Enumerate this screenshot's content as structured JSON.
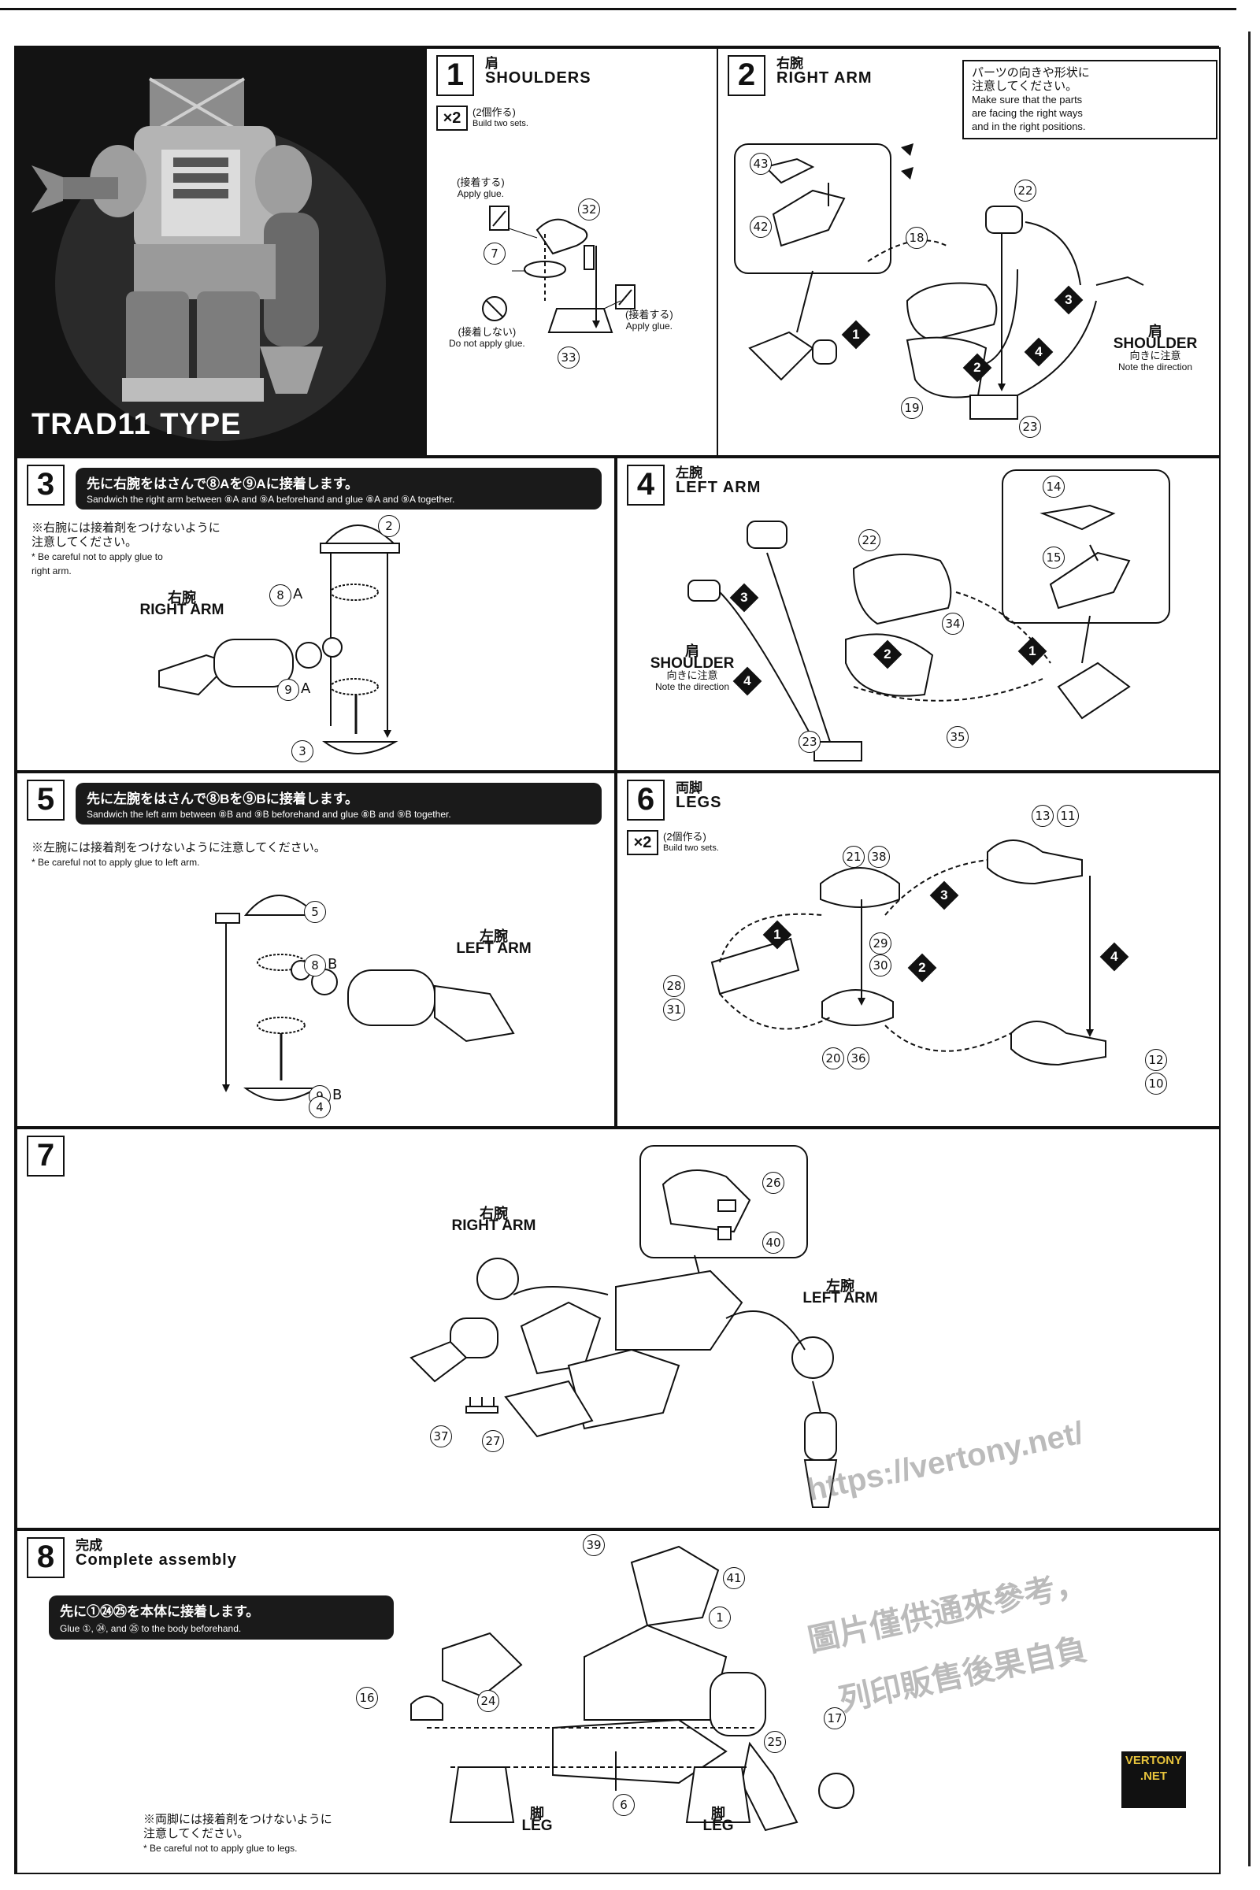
{
  "photo": {
    "title": "TRAD11 TYPE"
  },
  "step1": {
    "number": "1",
    "jp": "肩",
    "en": "SHOULDERS",
    "times_badge": "×2",
    "times_jp": "(2個作る)",
    "times_en": "Build two sets.",
    "glue_jp_1": "(接着する)",
    "glue_en_1": "Apply glue.",
    "noglue_jp": "(接着しない)",
    "noglue_en": "Do not apply glue.",
    "glue_jp_2": "(接着する)",
    "glue_en_2": "Apply glue.",
    "parts": [
      "32",
      "7",
      "33"
    ]
  },
  "step2": {
    "number": "2",
    "jp": "右腕",
    "en": "RIGHT ARM",
    "info_jp_1": "パーツの向きや形状に",
    "info_jp_2": "注意してください。",
    "info_en_1": "Make sure that the parts",
    "info_en_2": "are facing the right ways",
    "info_en_3": "and in the right positions.",
    "shoulder_jp": "肩",
    "shoulder_en": "SHOULDER",
    "direction_jp": "向きに注意",
    "direction_en": "Note the direction",
    "parts": [
      "43",
      "42",
      "18",
      "22",
      "19",
      "23"
    ],
    "arrows": [
      "1",
      "2",
      "3",
      "4"
    ]
  },
  "step3": {
    "number": "3",
    "note_jp": "先に右腕をはさんで⑧Aを⑨Aに接着します。",
    "note_en": "Sandwich the right arm between ⑧A and ⑨A beforehand and glue ⑧A and ⑨A together.",
    "warn_jp_1": "※右腕には接着剤をつけないように",
    "warn_jp_2": "注意してください。",
    "warn_en_1": "* Be careful not to apply glue to",
    "warn_en_2": "right arm.",
    "arm_jp": "右腕",
    "arm_en": "RIGHT ARM",
    "parts": [
      "2",
      "8",
      "9",
      "3"
    ],
    "suffix": [
      "A",
      "A"
    ]
  },
  "step4": {
    "number": "4",
    "jp": "左腕",
    "en": "LEFT ARM",
    "shoulder_jp": "肩",
    "shoulder_en": "SHOULDER",
    "direction_jp": "向きに注意",
    "direction_en": "Note the direction",
    "parts": [
      "14",
      "15",
      "22",
      "34",
      "23",
      "35"
    ],
    "arrows": [
      "1",
      "2",
      "3",
      "4"
    ]
  },
  "step5": {
    "number": "5",
    "note_jp": "先に左腕をはさんで⑧Bを⑨Bに接着します。",
    "note_en": "Sandwich the left arm between ⑧B and ⑨B beforehand and glue ⑧B and ⑨B together.",
    "warn_jp": "※左腕には接着剤をつけないように注意してください。",
    "warn_en": "* Be careful not to apply glue to left arm.",
    "arm_jp": "左腕",
    "arm_en": "LEFT ARM",
    "parts": [
      "5",
      "8",
      "9",
      "4"
    ],
    "suffix": [
      "B",
      "B"
    ]
  },
  "step6": {
    "number": "6",
    "jp": "両脚",
    "en": "LEGS",
    "times_badge": "×2",
    "times_jp": "(2個作る)",
    "times_en": "Build two sets.",
    "parts": [
      "13",
      "11",
      "21",
      "38",
      "29",
      "30",
      "28",
      "31",
      "20",
      "36",
      "12",
      "10"
    ],
    "arrows": [
      "1",
      "2",
      "3",
      "4"
    ]
  },
  "step7": {
    "number": "7",
    "right_jp": "右腕",
    "right_en": "RIGHT ARM",
    "left_jp": "左腕",
    "left_en": "LEFT ARM",
    "parts": [
      "26",
      "40",
      "37",
      "27"
    ]
  },
  "step8": {
    "number": "8",
    "jp": "完成",
    "en": "Complete assembly",
    "note_jp": "先に①㉔㉕を本体に接着します。",
    "note_en": "Glue ①, ㉔, and ㉕ to the body beforehand.",
    "warn_jp_1": "※両脚には接着剤をつけないように",
    "warn_jp_2": "注意してください。",
    "warn_en": "* Be careful not to apply glue to legs.",
    "leg_jp": "脚",
    "leg_en": "LEG",
    "parts": [
      "39",
      "41",
      "1",
      "16",
      "24",
      "25",
      "17",
      "6"
    ]
  },
  "watermark": {
    "line1": "https://vertony.net/",
    "line2": "圖片僅供通來參考，",
    "line3": "列印販售後果自負"
  },
  "logo": {
    "line1": "VERTONY",
    "line2": ".NET"
  }
}
